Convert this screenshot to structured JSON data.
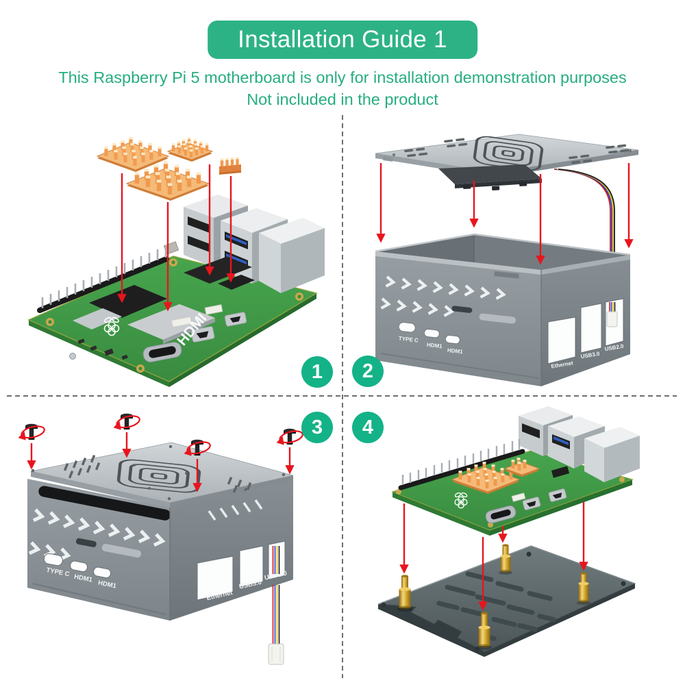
{
  "header": {
    "title": "Installation Guide 1",
    "subtitle_line1": "This Raspberry Pi 5 motherboard is only for installation demonstration purposes",
    "subtitle_line2": "Not included in the product"
  },
  "steps": [
    {
      "number": "1"
    },
    {
      "number": "2"
    },
    {
      "number": "3"
    },
    {
      "number": "4"
    }
  ],
  "case_ports": {
    "front": [
      "TYPE C",
      "HDM1",
      "HDM1"
    ],
    "side": [
      "Ethernet",
      "USB3.0",
      "USB2.0"
    ]
  },
  "board_print": {
    "hdmi": "HDMI"
  },
  "colors": {
    "accent_green": "#2db286",
    "badge_green": "#14b287",
    "subtitle_green": "#27ad82",
    "arrow_red": "#e8151d",
    "pcb_green": "#43a04a",
    "case_gray": "#8f979c",
    "lid_gray": "#c9ced1",
    "plate_gray": "#5c6669",
    "copper": "#f0a95f",
    "brass": "#d9b23a",
    "wire_colors": [
      "#d21717",
      "#1f3fd0",
      "#e3c117",
      "#1a1a1a"
    ]
  }
}
